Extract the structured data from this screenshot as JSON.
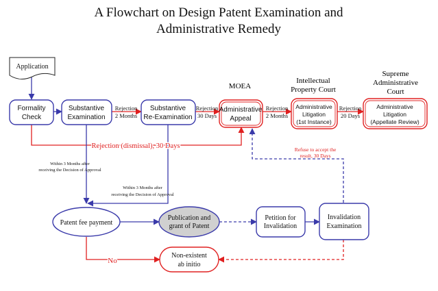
{
  "title": {
    "line1": "A Flowchart on Design Patent Examination and",
    "line2": "Administrative Remedy"
  },
  "nodes": {
    "application": "Application",
    "formality": [
      "Formality",
      "Check"
    ],
    "substantive": [
      "Substantive",
      "Examination"
    ],
    "reexam": [
      "Substantive",
      "Re-Examination"
    ],
    "moea": "MOEA",
    "admin_appeal": [
      "Administrative",
      "Appeal"
    ],
    "ip_court": [
      "Intellectual",
      "Property Court"
    ],
    "litigation1": [
      "Administrative",
      "Litigation",
      "(1st Instance)"
    ],
    "supreme_court": [
      "Supreme",
      "Administrative",
      "Court"
    ],
    "litigation2": [
      "Administrative",
      "Litigation",
      "(Appellate Review)"
    ],
    "patent_fee": "Patent fee payment",
    "publication": [
      "Publication and",
      "grant of Patent"
    ],
    "petition": [
      "Petition for",
      "Invalidation"
    ],
    "invalidation": [
      "Invalidation",
      "Examination"
    ],
    "nonexistent": [
      "Non-existent",
      "ab initio"
    ]
  },
  "edges": {
    "rej1": [
      "Rejection",
      "2 Months"
    ],
    "rej2": [
      "Rejection",
      "30 Days"
    ],
    "rej3": [
      "Rejection",
      "2 Months"
    ],
    "rej4": [
      "Rejection",
      "20 Days"
    ],
    "dismissal": "Rejection (dismissal), 30 Days",
    "refuse": [
      "Refuse to accept the",
      "result, 30 Days"
    ],
    "within1": [
      "Within 3 Months after",
      "receiving the Decision of Approval"
    ],
    "within2": [
      "Within 3 Months after",
      "receiving the  Decision of Approval"
    ],
    "no": "No"
  },
  "colors": {
    "blue": "#3a3aaa",
    "red": "#e02020",
    "publication_fill": "#d0d0d0"
  }
}
